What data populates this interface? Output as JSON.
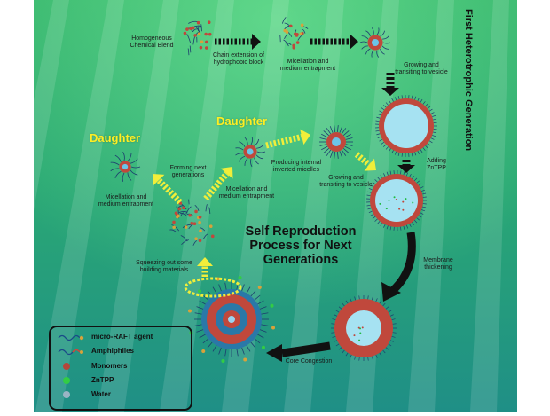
{
  "title_vertical": "First Heterotrophic Generation",
  "center_title": "Self Reproduction Process for Next Generations",
  "daughter_labels": [
    "Daughter",
    "Daughter"
  ],
  "steps": {
    "homogeneous": "Homogeneous Chemical Blend",
    "chain_extension": "Chain extension of hydrophobic block",
    "micellation_top": "Micellation and medium entrapment",
    "growing_top": "Growing and transiting to vesicle",
    "adding_zntpp": "Adding ZnTPP",
    "membrane": "Membrane thickening",
    "core": "Core Congestion",
    "squeezing": "Squeezing out some building materials",
    "micellation_left": "Micellation and medium entrapment",
    "forming": "Forming next generations",
    "micellation_mid": "Micellation and medium entrapment",
    "producing": "Producing internal inverted micelles",
    "growing_mid": "Growing and transiting to vesicle"
  },
  "legend": {
    "items": [
      {
        "label": "micro-RAFT agent",
        "icon": "raft-chain-icon"
      },
      {
        "label": "Amphiphiles",
        "icon": "amphiphile-chain-icon"
      },
      {
        "label": "Monomers",
        "icon": "monomer-dot-icon",
        "color": "#b5453a"
      },
      {
        "label": "ZnTPP",
        "icon": "zntpp-dot-icon",
        "color": "#33cc44"
      },
      {
        "label": "Water",
        "icon": "water-dot-icon",
        "color": "#9ab4c4"
      }
    ]
  },
  "colors": {
    "background_top": "#2fae6a",
    "background_bottom": "#1e8f8a",
    "yellow_arrow": "#f1ee3a",
    "vesicle_water": "#a6e2f2",
    "shell_red": "#c0483c"
  }
}
